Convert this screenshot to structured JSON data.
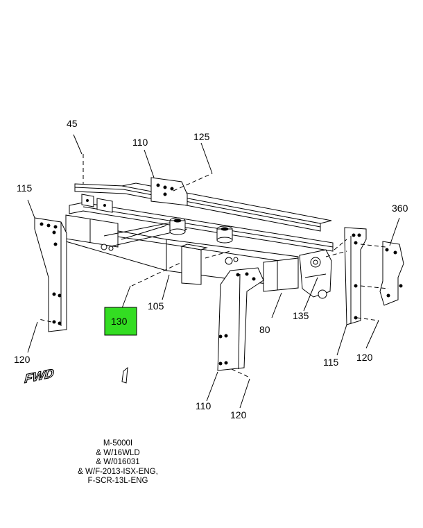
{
  "diagram": {
    "callouts": {
      "c45": "45",
      "c110_top": "110",
      "c125": "125",
      "c115_left": "115",
      "c360": "360",
      "c130": "130",
      "c105": "105",
      "c80": "80",
      "c135": "135",
      "c120_left": "120",
      "c115_right": "115",
      "c120_right": "120",
      "c110_bottom": "110",
      "c120_bottom": "120"
    },
    "fwd_label": "FWD",
    "highlight_color": "#33dd22",
    "note_lines": [
      "M-5000I",
      "& W/16WLD",
      "& W/016031",
      "& W/F-2013-ISX-ENG,",
      "F-SCR-13L-ENG"
    ]
  }
}
